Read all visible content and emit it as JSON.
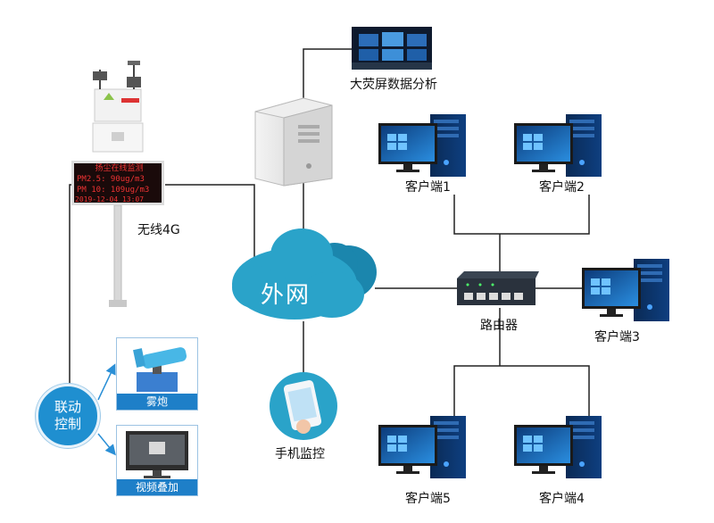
{
  "labels": {
    "big_screen": "大荧屏数据分析",
    "client1": "客户端1",
    "client2": "客户端2",
    "client3": "客户端3",
    "client4": "客户端4",
    "client5": "客户端5",
    "wireless": "无线4G",
    "cloud": "外网",
    "router": "路由器",
    "mobile": "手机监控",
    "linkage_line1": "联动",
    "linkage_line2": "控制",
    "fog_cannon": "雾炮",
    "video_overlay": "视频叠加"
  },
  "led_sign": {
    "line1": "扬尘在线监测",
    "line2": "PM2.5: 90ug/m3",
    "line3": "PM 10: 109ug/m3",
    "line4": "2019-12-04 13:07"
  },
  "colors": {
    "line": "#222222",
    "cloud": "#2aa3c9",
    "cloud_dark": "#1b86ad",
    "accent_blue": "#1e7fc8",
    "arrow_blue": "#2a8fd6",
    "led_text": "#e33333"
  },
  "icons": [
    "big-screen-image-icon",
    "server-tower-icon",
    "desktop-computer-icon",
    "router-switch-icon",
    "cloud-icon",
    "smartphone-icon",
    "air-monitor-station-icon",
    "fog-cannon-icon",
    "video-monitor-icon"
  ]
}
